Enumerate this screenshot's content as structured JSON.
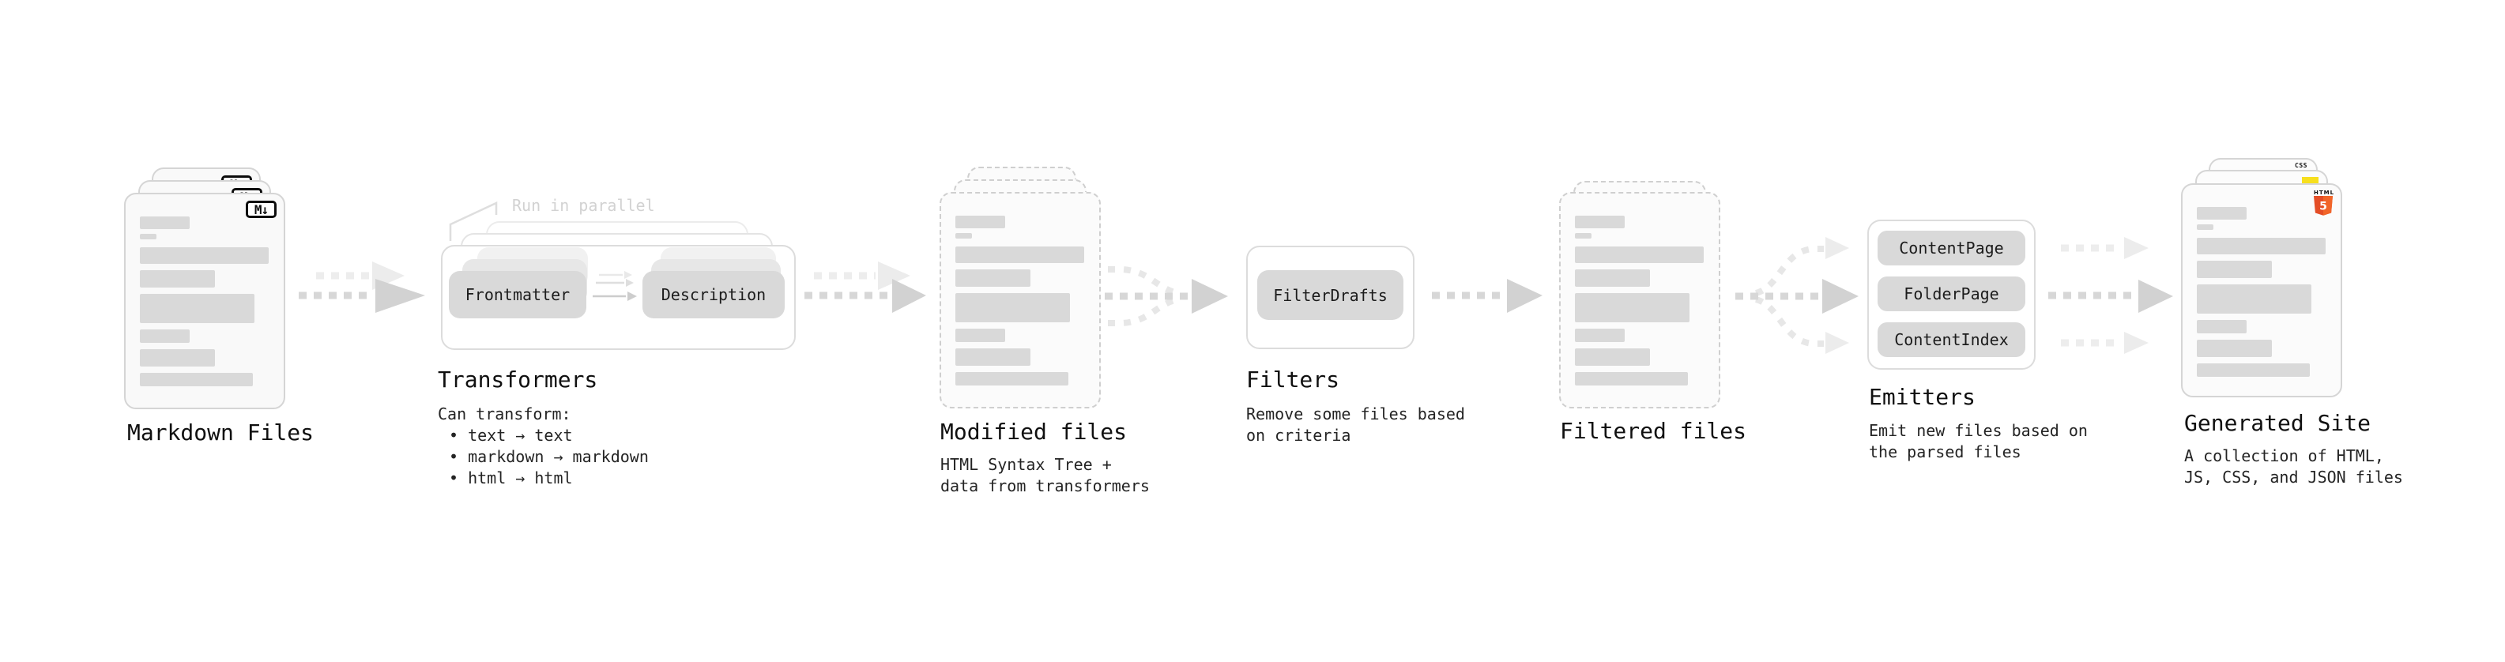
{
  "stages": {
    "markdown_files": {
      "title": "Markdown Files",
      "badge": "M↓"
    },
    "transformers": {
      "title": "Transformers",
      "annotation": "Run in parallel",
      "chip_frontmatter": "Frontmatter",
      "chip_description": "Description",
      "desc_intro": "Can transform:",
      "bullet_1": "• text → text",
      "bullet_2": "• markdown → markdown",
      "bullet_3": "• html → html"
    },
    "modified_files": {
      "title": "Modified files",
      "desc_line_1": "HTML Syntax Tree +",
      "desc_line_2": "data from transformers"
    },
    "filters": {
      "title": "Filters",
      "chip_filterdrafts": "FilterDrafts",
      "desc_line_1": "Remove some files based",
      "desc_line_2": "on criteria"
    },
    "filtered_files": {
      "title": "Filtered files"
    },
    "emitters": {
      "title": "Emitters",
      "chip_1": "ContentPage",
      "chip_2": "FolderPage",
      "chip_3": "ContentIndex",
      "desc_line_1": "Emit new files based on",
      "desc_line_2": "the parsed files"
    },
    "generated_site": {
      "title": "Generated Site",
      "desc_line_1": "A collection of HTML,",
      "desc_line_2": "JS, CSS, and JSON files",
      "badge_css": "CSS",
      "badge_html": "HTML",
      "badge_html_number": "5"
    }
  },
  "colors": {
    "html5_orange_dark": "#e44d26",
    "html5_orange_light": "#f16529",
    "js_yellow": "#f7df1e",
    "css_blue": "#2257e0",
    "card_border": "#d5d5d5",
    "chip_gray": "#d9d9d9",
    "arrow_gray": "#d2d2d2"
  }
}
